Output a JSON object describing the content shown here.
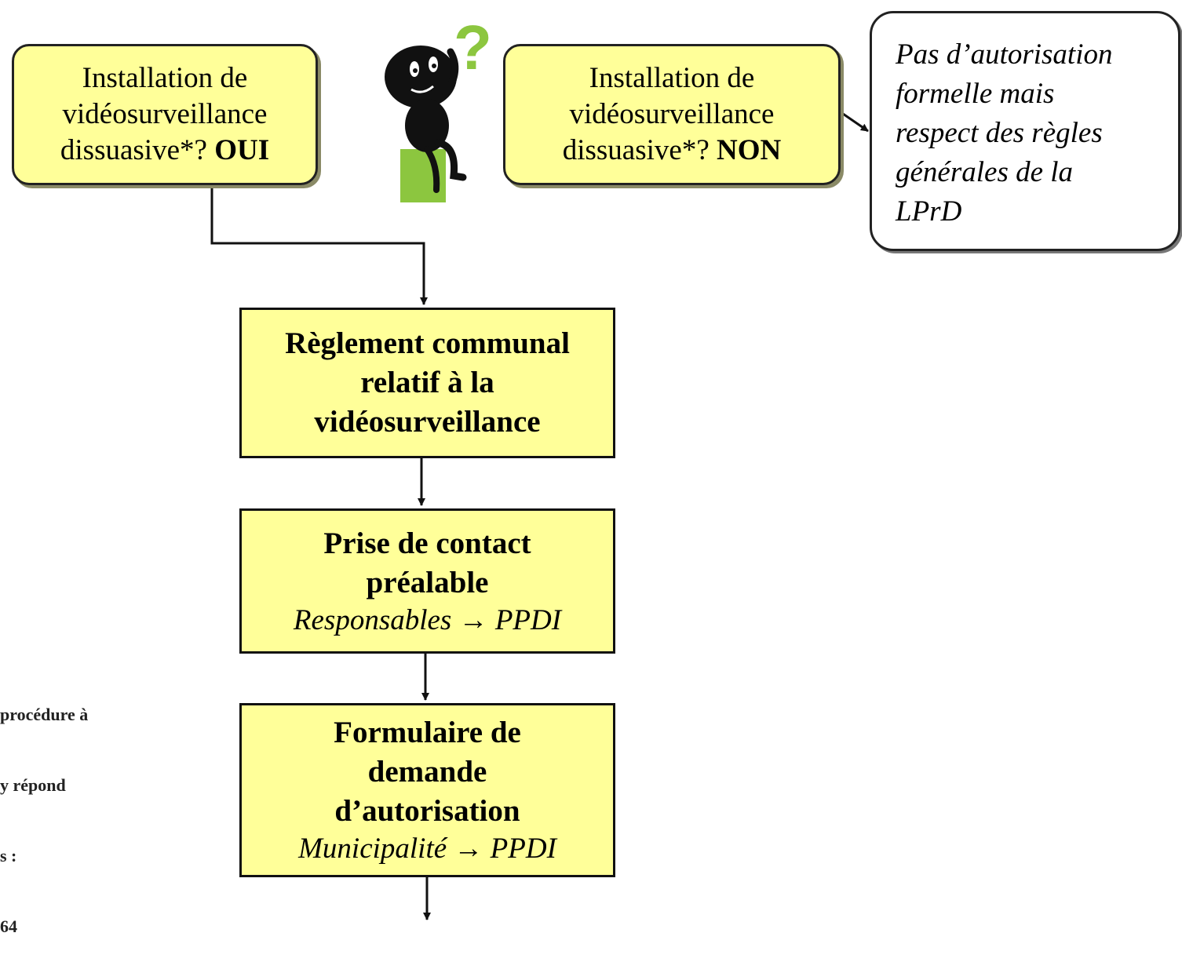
{
  "decisions": {
    "yes": {
      "line1": "Installation de",
      "line2": "vidéosurveillance",
      "line3": "dissuasive*?",
      "answer": "OUI"
    },
    "no": {
      "line1": "Installation de",
      "line2": "vidéosurveillance",
      "line3": "dissuasive*?",
      "answer": "NON"
    }
  },
  "note": {
    "lines": [
      "Pas d’autorisation",
      "formelle mais",
      "respect des règles",
      "générales de la",
      "LPrD"
    ]
  },
  "steps": [
    {
      "title_lines": [
        "Règlement communal",
        "relatif à la",
        "vidéosurveillance"
      ],
      "subtitle": ""
    },
    {
      "title_lines": [
        "Prise de contact",
        "préalable"
      ],
      "subtitle": "Responsables → PPDI"
    },
    {
      "title_lines": [
        "Formulaire de",
        "demande",
        "d’autorisation"
      ],
      "subtitle": "Municipalité → PPDI"
    }
  ],
  "side_text": {
    "lines": [
      "procédure à",
      "y répond",
      "s :",
      "64"
    ]
  },
  "figure": {
    "icon": "thinking-person-icon",
    "question_mark": "?"
  },
  "colors": {
    "box_fill": "#ffff99",
    "figure_pedestal": "#8cc63f",
    "question_mark": "#8cc63f"
  }
}
